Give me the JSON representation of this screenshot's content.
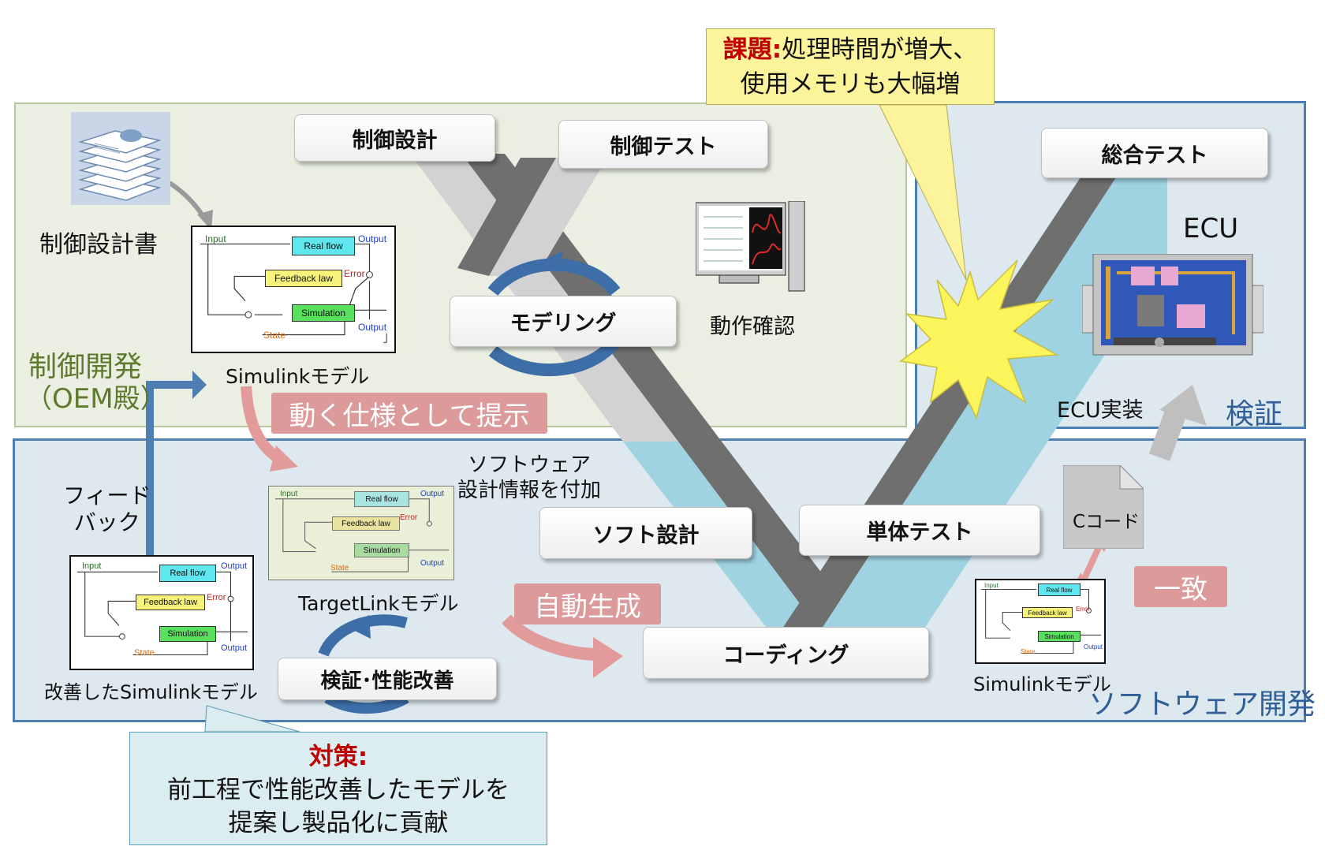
{
  "regions": {
    "control": {
      "title": "制御開発",
      "subtitle": "（OEM殿）"
    },
    "verification": {
      "title": "検証"
    },
    "software": {
      "title": "ソフトウェア開発"
    }
  },
  "stages": {
    "control_design": "制御設計",
    "control_test": "制御テスト",
    "modeling": "モデリング",
    "integration_test": "総合テスト",
    "software_design": "ソフト設計",
    "unit_test": "単体テスト",
    "coding": "コーディング",
    "verify_improve": "検証･性能改善"
  },
  "labels": {
    "design_doc": "制御設計書",
    "simulink_model": "Simulinkモデル",
    "operation_check": "動作確認",
    "ecu": "ECU",
    "ecu_impl": "ECU実装",
    "feedback": "フィード\nバック",
    "sw_info": "ソフトウェア\n設計情報を付加",
    "targetlink_model": "TargetLinkモデル",
    "improved_model": "改善したSimulinkモデル",
    "c_code": "Cコード",
    "simulink_model_2": "Simulinkモデル"
  },
  "tags": {
    "spec": "動く仕様として提示",
    "autogen": "自動生成",
    "match": "一致"
  },
  "model_diagram": {
    "input": "Input",
    "output": "Output",
    "real_flow": "Real flow",
    "feedback_law": "Feedback law",
    "error": "Error",
    "simulation": "Simulation",
    "state": "State"
  },
  "callouts": {
    "issue": {
      "title": "課題",
      "colon": ":",
      "line1": "処理時間が増大、",
      "line2": "使用メモリも大幅増"
    },
    "measure": {
      "title": "対策",
      "colon": ":",
      "line1": "前工程で性能改善したモデルを",
      "line2": "提案し製品化に貢献"
    }
  },
  "colors": {
    "control_region_bg": "#eaefe1",
    "verify_region_border": "#4e7fb2",
    "v_gray_light": "#d4d4d4",
    "v_gray_dark": "#6e6e6e",
    "v_blue": "#9fd3e2",
    "pink_label": "#dd9a9a",
    "loop_blue": "#3d6ea8",
    "issue_red": "#c00000"
  }
}
